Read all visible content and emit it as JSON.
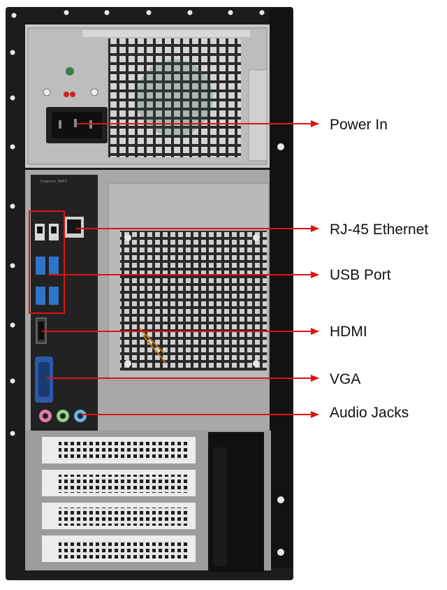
{
  "diagram": {
    "callouts": [
      {
        "id": "power-in",
        "label": "Power In"
      },
      {
        "id": "rj45-ethernet",
        "label": "RJ-45 Ethernet"
      },
      {
        "id": "usb-port",
        "label": "USB Port"
      },
      {
        "id": "hdmi",
        "label": "HDMI"
      },
      {
        "id": "vga",
        "label": "VGA"
      },
      {
        "id": "audio-jacks",
        "label": "Audio Jacks"
      }
    ],
    "arrow_color": "#e01010",
    "case_color": "#1c1c1c",
    "panel_color": "#b9b9b9",
    "audio_colors": [
      "#e27aa8",
      "#8fd08a",
      "#6ab0e6"
    ],
    "usb_color": "#2e74c9",
    "vga_color": "#2c5aa8",
    "brand_text": "Inspiron 3847"
  }
}
